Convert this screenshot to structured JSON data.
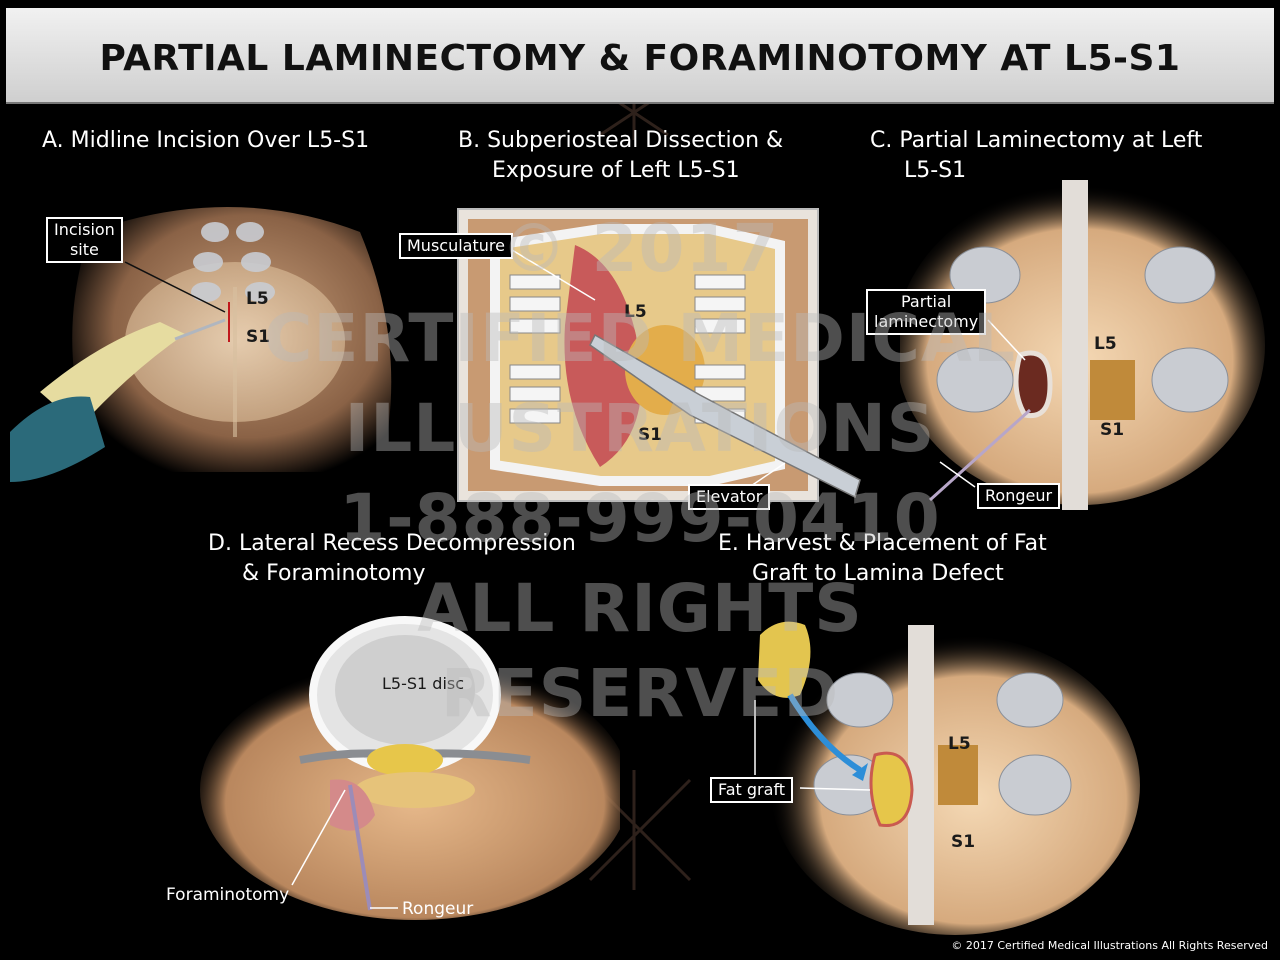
{
  "title": "PARTIAL LAMINECTOMY & FORAMINOTOMY AT L5-S1",
  "panels": {
    "a": {
      "letter": "A.",
      "line1": "Midline Incision Over L5-S1",
      "callouts": {
        "incision_site": [
          "Incision",
          "site"
        ],
        "l5": "L5",
        "s1": "S1"
      }
    },
    "b": {
      "letter": "B.",
      "line1": "Subperiosteal Dissection &",
      "line2": "Exposure of Left L5-S1",
      "callouts": {
        "musculature": "Musculature",
        "l5": "L5",
        "s1": "S1",
        "elevator": "Elevator"
      }
    },
    "c": {
      "letter": "C.",
      "line1": "Partial Laminectomy at Left",
      "line2": "L5-S1",
      "callouts": {
        "partial_laminectomy": [
          "Partial",
          "laminectomy"
        ],
        "l5": "L5",
        "s1": "S1",
        "rongeur": "Rongeur"
      }
    },
    "d": {
      "letter": "D.",
      "line1": "Lateral Recess Decompression",
      "line2": "& Foraminotomy",
      "callouts": {
        "disc": "L5-S1 disc",
        "foraminotomy": "Foraminotomy",
        "rongeur": "Rongeur"
      }
    },
    "e": {
      "letter": "E.",
      "line1": "Harvest & Placement of Fat",
      "line2": "Graft to Lamina Defect",
      "callouts": {
        "fat_graft": "Fat graft",
        "l5": "L5",
        "s1": "S1"
      }
    }
  },
  "watermark": [
    "© 2017",
    "CERTIFIED MEDICAL",
    "ILLUSTRATIONS",
    "1-888-999-0410",
    "ALL RIGHTS",
    "RESERVED"
  ],
  "copyright": "© 2017 Certified Medical Illustrations All Rights Reserved"
}
